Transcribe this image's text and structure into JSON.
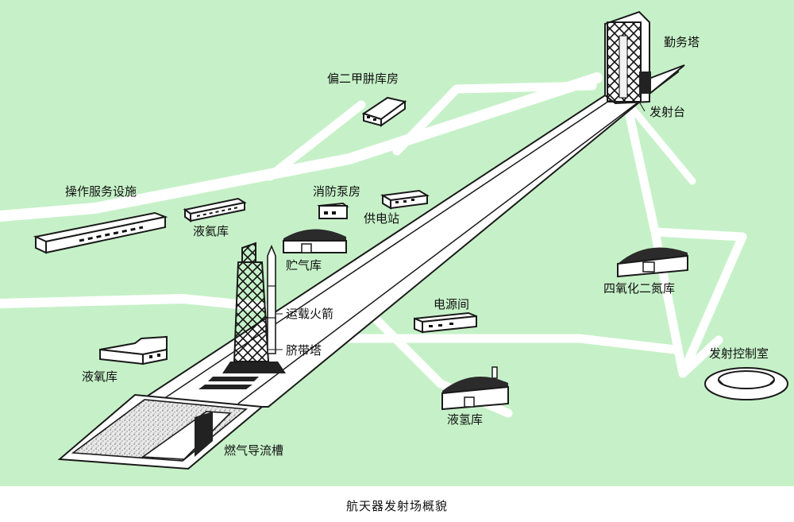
{
  "diagram": {
    "labels": {
      "service_tower": "勤务塔",
      "launch_pad": "发射台",
      "udmh_depot": "偏二甲肼库房",
      "operation_service": "操作服务设施",
      "fire_pump_room": "消防泵房",
      "lox_depot_top": "液氦库",
      "power_station": "供电站",
      "gas_storage": "贮气库",
      "launch_vehicle": "运载火箭",
      "umbilical_tower": "脐带塔",
      "power_room": "电源间",
      "n2o4_depot": "四氧化二氮库",
      "lox_depot": "液氧库",
      "control_room": "发射控制室",
      "lh2_depot": "液氢库",
      "flame_trench": "燃气导流槽"
    },
    "caption": "航天器发射场概貌"
  },
  "colors": {
    "ground": "#c6f1c8",
    "road": "#ffffff",
    "outline": "#1a1a1a",
    "dark": "#222222"
  }
}
